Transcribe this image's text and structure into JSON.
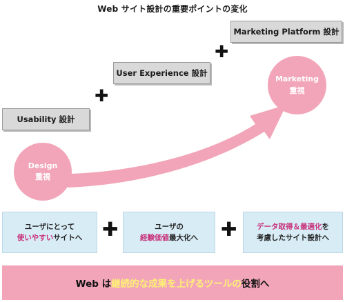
{
  "title": "Web サイト設計の重要ポイントの変化",
  "steps": [
    {
      "label": "Usability 設計"
    },
    {
      "label": "User Experience 設計"
    },
    {
      "label": "Marketing Platform 設計"
    }
  ],
  "plus_symbol": "✚",
  "circles": {
    "start": {
      "line1": "Design",
      "line2": "重視"
    },
    "end": {
      "line1": "Marketing",
      "line2": "重視"
    }
  },
  "info_boxes": [
    {
      "line1": "ユーザにとって",
      "line2_highlight": "使いやすい",
      "line2_rest": "サイトへ"
    },
    {
      "line1": "ユーザの",
      "line2_highlight": "経験価値",
      "line2_rest": "最大化へ"
    },
    {
      "line1_highlight": "データ取得＆最適化",
      "line1_rest": "を",
      "line2": "考慮したサイト設計へ"
    }
  ],
  "banner": {
    "prefix": "Web は",
    "highlight": "継続的な成果を上げるツールの",
    "suffix": "役割へ"
  },
  "colors": {
    "pink": "#f2a5b8",
    "highlight_magenta": "#c8307a",
    "highlight_yellow": "#fff176",
    "info_bg": "#d8ecf6",
    "step_bg": "#d9d9d9"
  }
}
